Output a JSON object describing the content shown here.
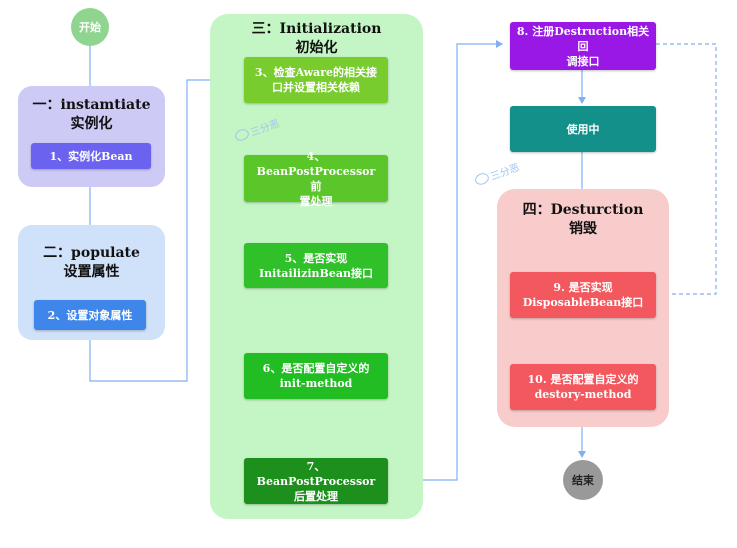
{
  "start": "开始",
  "end": "结束",
  "sections": {
    "instantiate": {
      "title": "一：instamtiate\n实例化",
      "steps": [
        "1、实例化Bean"
      ]
    },
    "populate": {
      "title": "二：populate\n设置属性",
      "steps": [
        "2、设置对象属性"
      ]
    },
    "initialization": {
      "title": "三：Initialization\n初始化",
      "steps": [
        "3、检查Aware的相关接\n口并设置相关依赖",
        "4、BeanPostProcessor 前\n置处理",
        "5、是否实现\nInitailizinBean接口",
        "6、是否配置自定义的\ninit-method",
        "7、BeanPostProcessor\n后置处理"
      ]
    },
    "in_use": {
      "steps": [
        "8. 注册Destruction相关回\n调接口",
        "使用中"
      ]
    },
    "destruction": {
      "title": "四：Desturction\n销毁",
      "steps": [
        "9. 是否实现\nDisposableBean接口",
        "10. 是否配置自定义的\ndestory-method"
      ]
    }
  },
  "watermark": "三分恶",
  "colors": {
    "start_circle": "#8fd48f",
    "instantiate_panel": "#cdcbf6",
    "step1": "#6b63f0",
    "populate_panel": "#cfe2f9",
    "step2": "#3f86ea",
    "init_panel": "#c4f5c4",
    "step3": "#79cc2e",
    "step4": "#5ac62a",
    "step5": "#2fc02a",
    "step6": "#22bd22",
    "step7": "#1d8f1d",
    "step8": "#9a18e6",
    "in_use": "#14908a",
    "destruction_panel": "#f9cccc",
    "step9": "#f2585e",
    "step10": "#f2585e",
    "end_circle": "#999999",
    "arrow": "#7fb0f2"
  }
}
